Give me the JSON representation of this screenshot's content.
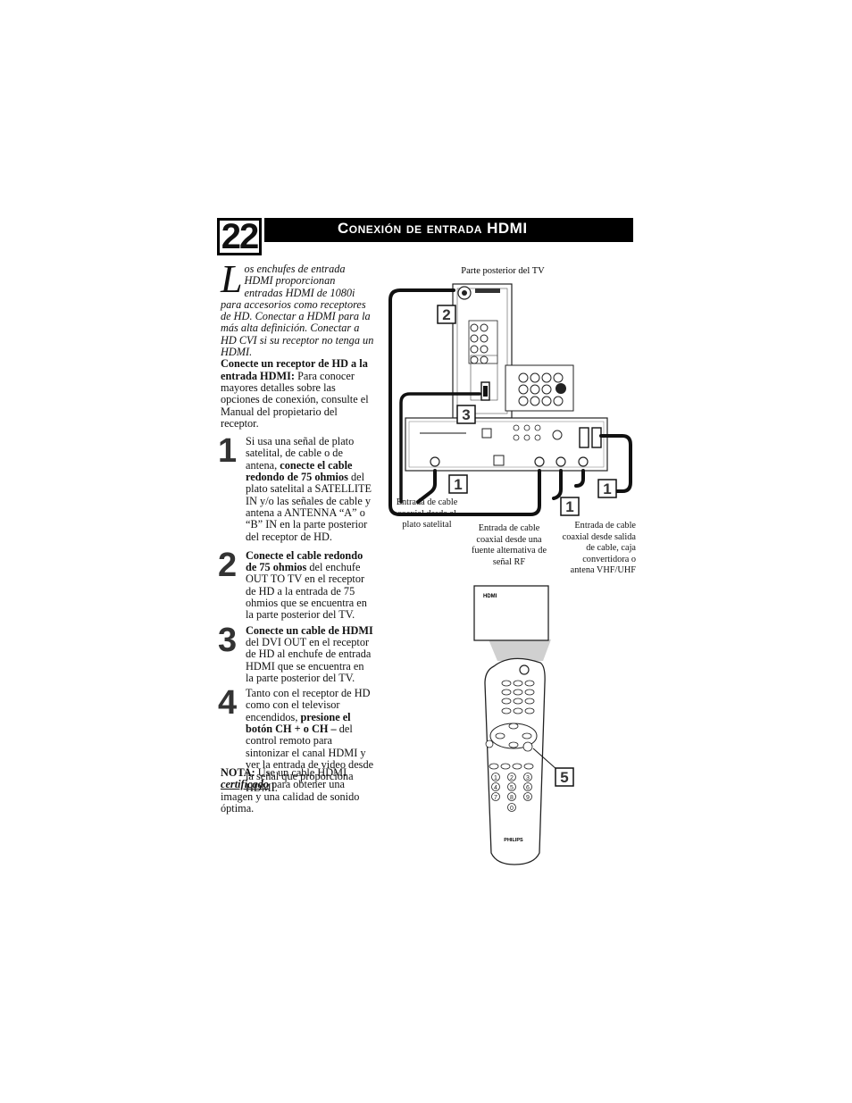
{
  "page_number": "22",
  "title": "Conexión de entrada HDMI",
  "intro": {
    "dropcap": "L",
    "text": "os enchufes de entrada HDMI proporcionan entradas HDMI de 1080i para accesorios como receptores de HD. Conectar a HDMI para la más alta definición. Conectar a HD CVI si su receptor no tenga un HDMI."
  },
  "lead": {
    "bold": "Conecte un receptor de HD a la entrada HDMI:",
    "text": " Para conocer mayores detalles sobre las opciones de conexión, consulte el Manual del propietario del receptor."
  },
  "steps": [
    {
      "num": "1",
      "pre": "Si usa una señal de plato satelital, de cable o de antena, ",
      "bold": "conecte el cable redondo de 75 ohmios",
      "post": " del plato satelital a SATELLITE IN y/o las señales de cable y antena a ANTENNA “A” o “B” IN en la parte posterior del receptor de HD."
    },
    {
      "num": "2",
      "pre": "",
      "bold": "Conecte el cable redondo de 75 ohmios",
      "post": " del enchufe OUT TO TV en el receptor de HD a la entrada de 75 ohmios que se encuentra en la parte posterior del TV."
    },
    {
      "num": "3",
      "pre": "",
      "bold": "Conecte un cable de HDMI",
      "post": " del DVI OUT en el receptor de HD al enchufe de entrada HDMI que se encuentra en la parte posterior del TV."
    },
    {
      "num": "4",
      "pre": "Tanto con el receptor de HD como con el televisor encendidos, ",
      "bold": "presione el botón CH + o CH –",
      "post": " del control remoto para sintonizar el canal HDMI y ver la entrada de video desde la señal que proporciona HDMI."
    }
  ],
  "nota": {
    "label": "NOTA:",
    "pre": " Use un cable HDMI ",
    "emph": "certificado",
    "post": " para obtener una imagen y una calidad de sonido óptima."
  },
  "diagram": {
    "tv_label": "Parte posterior del TV",
    "callouts": [
      "2",
      "3",
      "1",
      "1",
      "1",
      "5"
    ],
    "captions": {
      "satellite": "Entrada de cable coaxial desde el plato satelital",
      "rf": "Entrada de cable coaxial desde una fuente alternativa de señal RF",
      "cable": "Entrada de cable coaxial desde salida de cable, caja convertidora o antena VHF/UHF"
    },
    "screen_label": "HDMI",
    "remote_brand": "PHILIPS",
    "keypad": [
      "1",
      "2",
      "3",
      "4",
      "5",
      "6",
      "7",
      "8",
      "9",
      "0"
    ]
  }
}
